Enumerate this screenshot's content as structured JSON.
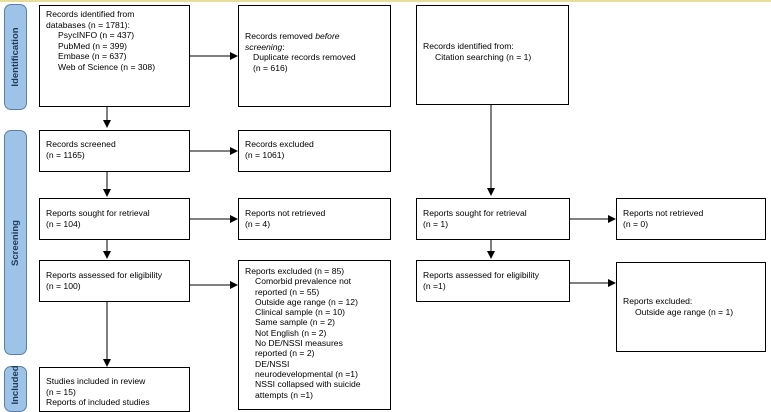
{
  "phases": {
    "identification": "Identification",
    "screening": "Screening",
    "included": "Included"
  },
  "boxes": {
    "databases": {
      "lines": [
        "Records identified from",
        "databases (n = 1781):"
      ],
      "indent": [
        "PsycINFO (n = 437)",
        "PubMed (n = 399)",
        "Embase (n = 637)",
        "Web of Science (n = 308)"
      ]
    },
    "removed": {
      "pre": "Records removed ",
      "em": "before",
      "line2": "screening",
      "line2_suffix": ":",
      "indent": [
        "Duplicate records removed",
        "(n = 616)"
      ]
    },
    "citation": {
      "lines": [
        "Records identified from:"
      ],
      "indent": [
        "Citation searching (n = 1)"
      ]
    },
    "screened": {
      "lines": [
        "Records screened",
        "(n = 1165)"
      ]
    },
    "excluded": {
      "lines": [
        "Records excluded",
        "(n = 1061)"
      ]
    },
    "sought_left": {
      "lines": [
        "Reports sought for retrieval",
        "(n = 104)"
      ]
    },
    "not_retrieved_left": {
      "lines": [
        "Reports not retrieved",
        "(n = 4)"
      ]
    },
    "sought_right": {
      "lines": [
        "Reports sought for retrieval",
        "(n = 1)"
      ]
    },
    "not_retrieved_right": {
      "lines": [
        "Reports not retrieved",
        "(n = 0)"
      ]
    },
    "assessed_left": {
      "lines": [
        "Reports assessed for eligibility",
        "(n = 100)"
      ]
    },
    "reports_excluded_left": {
      "lines": [
        "Reports excluded (n = 85)"
      ],
      "indent": [
        "Comorbid prevalence not",
        "reported (n = 55)",
        "Outside age range (n = 12)",
        "Clinical sample (n = 10)",
        "Same sample (n = 2)",
        "Not English (n = 2)",
        "No DE/NSSI measures",
        "reported (n = 2)",
        "DE/NSSI",
        "neurodevelopmental (n =1)",
        "NSSI collapsed with suicide",
        "attempts (n =1)"
      ]
    },
    "assessed_right": {
      "lines": [
        "Reports assessed for eligibility",
        "(n =1)"
      ]
    },
    "reports_excluded_right": {
      "lines": [
        "Reports excluded:"
      ],
      "indent": [
        "Outside age range (n = 1)"
      ]
    },
    "included": {
      "lines": [
        "Studies included in review",
        "(n = 15)",
        "Reports of included studies"
      ]
    }
  }
}
